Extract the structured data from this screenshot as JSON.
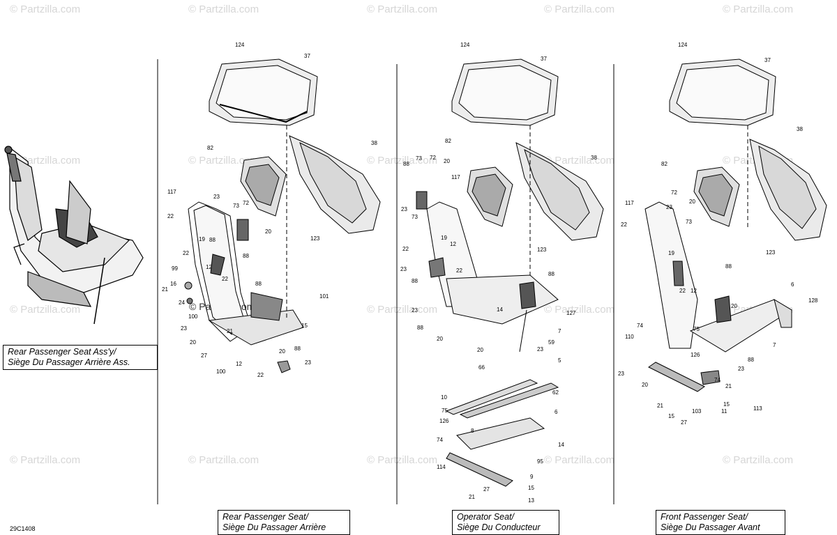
{
  "watermark": "© Partzilla.com",
  "watermark_center": "© Partzilla.com",
  "diagram_code": "29C1408",
  "captions": {
    "assembly": [
      "Rear Passenger Seat Ass'y/",
      "Siège Du Passager Arrière Ass."
    ],
    "rear": [
      "Rear Passenger Seat/",
      "Siège Du Passager Arrière"
    ],
    "operator": [
      "Operator Seat/",
      "Siège Du Conducteur"
    ],
    "front": [
      "Front Passenger Seat/",
      "Siège Du Passager Avant"
    ]
  },
  "callouts": {
    "rear": [
      "124",
      "37",
      "38",
      "82",
      "117",
      "23",
      "73",
      "72",
      "22",
      "20",
      "19",
      "88",
      "22",
      "123",
      "99",
      "12",
      "16",
      "22",
      "88",
      "21",
      "24",
      "88",
      "101",
      "100",
      "23",
      "20",
      "15",
      "21",
      "27",
      "20",
      "88",
      "100",
      "12",
      "22",
      "23"
    ],
    "operator": [
      "124",
      "37",
      "38",
      "82",
      "88",
      "73",
      "72",
      "20",
      "117",
      "23",
      "19",
      "12",
      "22",
      "23",
      "73",
      "22",
      "88",
      "88",
      "123",
      "14",
      "127",
      "23",
      "88",
      "7",
      "20",
      "59",
      "20",
      "23",
      "5",
      "66",
      "62",
      "10",
      "75",
      "6",
      "126",
      "8",
      "74",
      "14",
      "95",
      "114",
      "9",
      "27",
      "15",
      "21",
      "13"
    ],
    "front": [
      "124",
      "37",
      "38",
      "82",
      "72",
      "117",
      "20",
      "22",
      "73",
      "23",
      "19",
      "88",
      "123",
      "22",
      "12",
      "6",
      "20",
      "128",
      "74",
      "75",
      "110",
      "126",
      "7",
      "88",
      "23",
      "23",
      "74",
      "20",
      "21",
      "21",
      "103",
      "15",
      "113",
      "15",
      "27",
      "11"
    ]
  },
  "icons": {
    "watermark": "copyright-symbol"
  }
}
